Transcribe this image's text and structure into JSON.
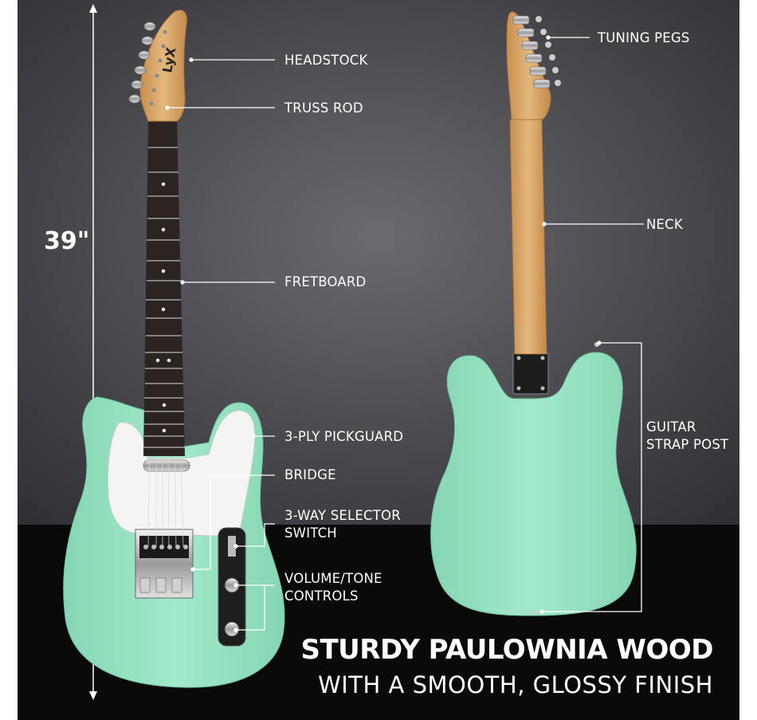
{
  "dimension": "39\"",
  "labels": {
    "headstock": "HEADSTOCK",
    "truss_rod": "TRUSS ROD",
    "fretboard": "FRETBOARD",
    "pickguard": "3-PLY PICKGUARD",
    "bridge": "BRIDGE",
    "selector_line1": "3-WAY SELECTOR",
    "selector_line2": "SWITCH",
    "controls_line1": "VOLUME/TONE",
    "controls_line2": "CONTROLS",
    "tuning_pegs": "TUNING PEGS",
    "neck": "NECK",
    "strap_line1": "GUITAR",
    "strap_line2": "STRAP POST"
  },
  "headline": {
    "line1": "STURDY PAULOWNIA WOOD",
    "line2": "WITH A SMOOTH, GLOSSY FINISH"
  },
  "logo": "LyX",
  "colors": {
    "body": "#9de6c6",
    "background_top": "#4b4b50",
    "background_bottom": "#0a0a0a",
    "fretboard": "#2b2420",
    "maple": "#d9a86a"
  }
}
